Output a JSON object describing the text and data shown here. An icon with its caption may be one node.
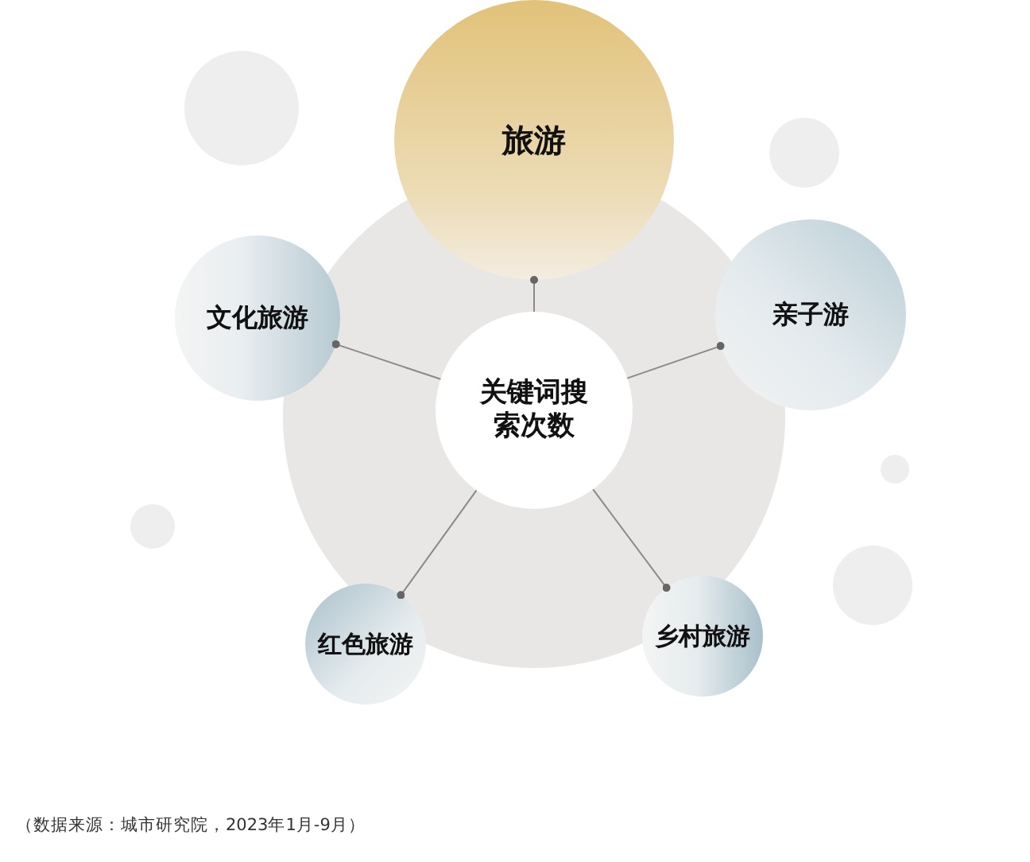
{
  "diagram": {
    "nodes": [
      {
        "text": [
          "旅游"
        ]
      },
      {
        "text": [
          "文化旅游"
        ]
      },
      {
        "text": [
          "亲子游"
        ]
      },
      {
        "text": [
          "关键词搜索次数"
        ]
      },
      {
        "text": [
          "红色旅游"
        ]
      },
      {
        "text": [
          "乡村旅游"
        ]
      }
    ],
    "edges": [
      {
        "from": 3,
        "to": 0,
        "arrow": "other"
      },
      {
        "from": 3,
        "to": 1,
        "arrow": "other"
      },
      {
        "from": 3,
        "to": 2,
        "arrow": "other"
      },
      {
        "from": 3,
        "to": 4,
        "arrow": "other"
      },
      {
        "from": 3,
        "to": 5,
        "arrow": "other"
      }
    ],
    "labels": [
      "（数据来源：城市研究院，2023年1月-9月）"
    ]
  }
}
